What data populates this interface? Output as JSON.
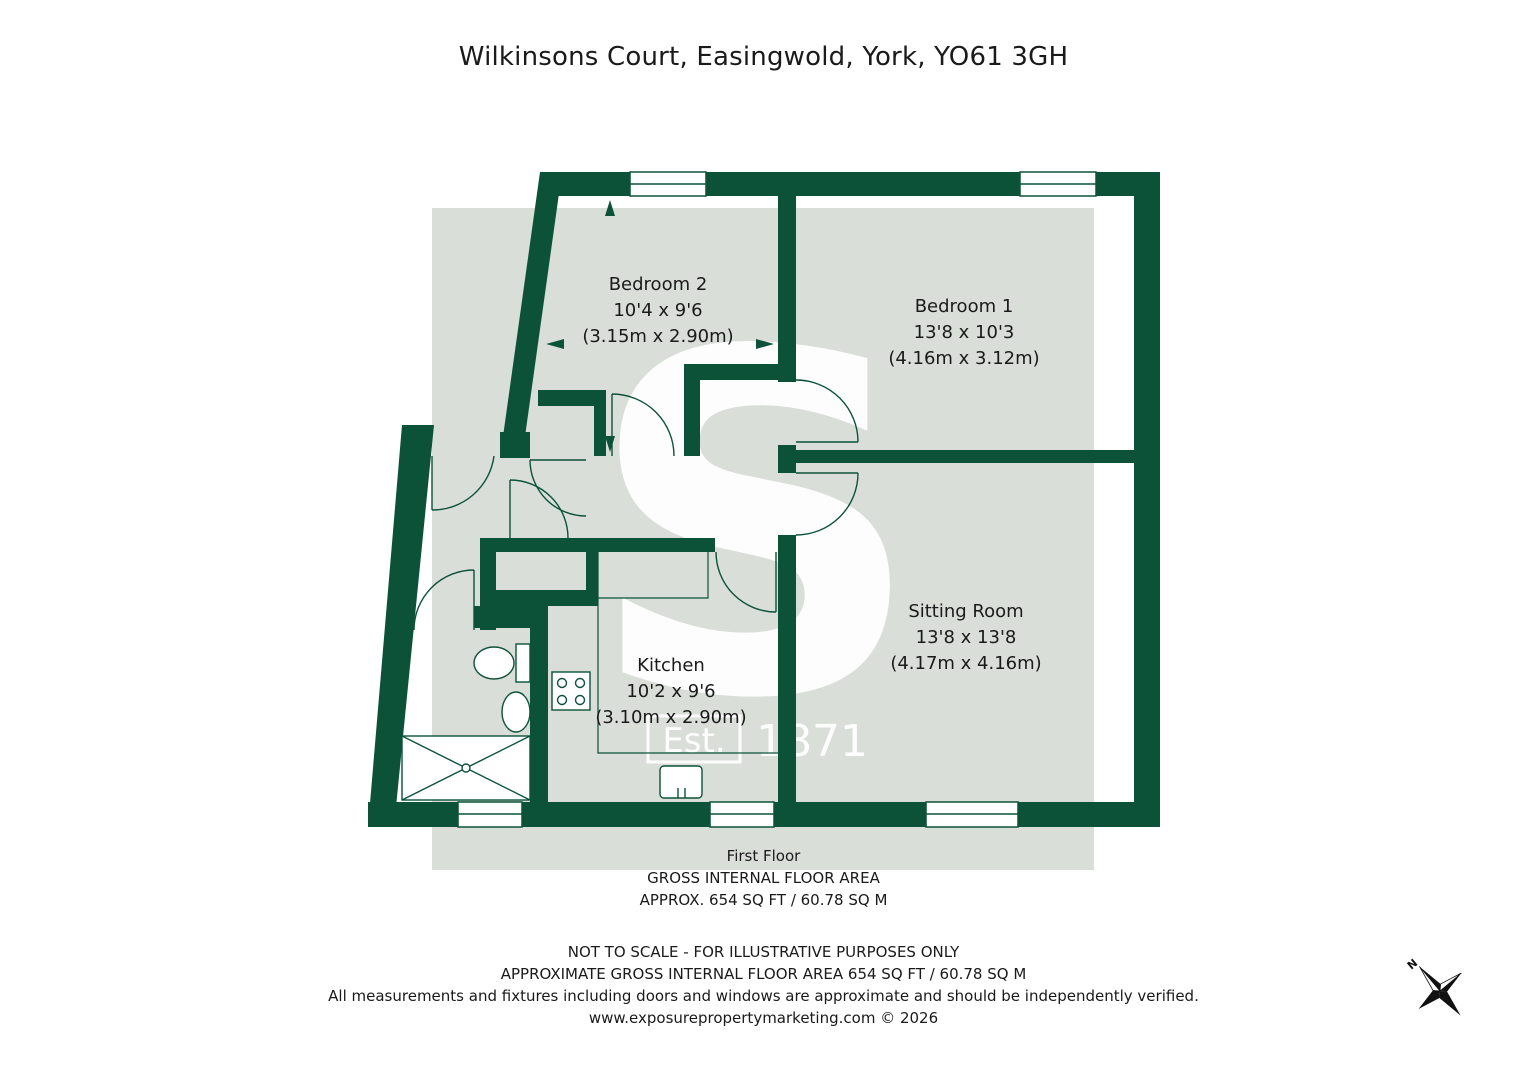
{
  "header": {
    "address": "Wilkinsons Court, Easingwold, York, YO61 3GH"
  },
  "rooms": [
    {
      "id": "bedroom-2",
      "name": "Bedroom 2",
      "imperial": "10'4 x 9'6",
      "metric": "(3.15m x 2.90m)"
    },
    {
      "id": "bedroom-1",
      "name": "Bedroom 1",
      "imperial": "13'8 x 10'3",
      "metric": "(4.16m x 3.12m)"
    },
    {
      "id": "sitting-room",
      "name": "Sitting Room",
      "imperial": "13'8 x 13'8",
      "metric": "(4.17m x 4.16m)"
    },
    {
      "id": "kitchen",
      "name": "Kitchen",
      "imperial": "10'2 x 9'6",
      "metric": "(3.10m x 2.90m)"
    }
  ],
  "watermark": {
    "letter": "S",
    "est_label": "Est.",
    "year": "1871"
  },
  "floor": {
    "name": "First Floor",
    "area_heading": "GROSS INTERNAL FLOOR AREA",
    "area_value": "APPROX. 654 SQ FT / 60.78 SQ M"
  },
  "disclaimer": {
    "line1": "NOT TO SCALE - FOR ILLUSTRATIVE PURPOSES ONLY",
    "line2": "APPROXIMATE GROSS INTERNAL FLOOR AREA 654 SQ FT / 60.78 SQ M",
    "line3": "All measurements and fixtures including doors and windows are approximate and should be independently verified.",
    "line4": "www.exposurepropertymarketing.com © 2026"
  },
  "compass": {
    "label": "N"
  },
  "colors": {
    "wall": "#0c5239",
    "floor": "#d9ded9",
    "watermark": "#ffffff",
    "text": "#1a1a1a"
  }
}
